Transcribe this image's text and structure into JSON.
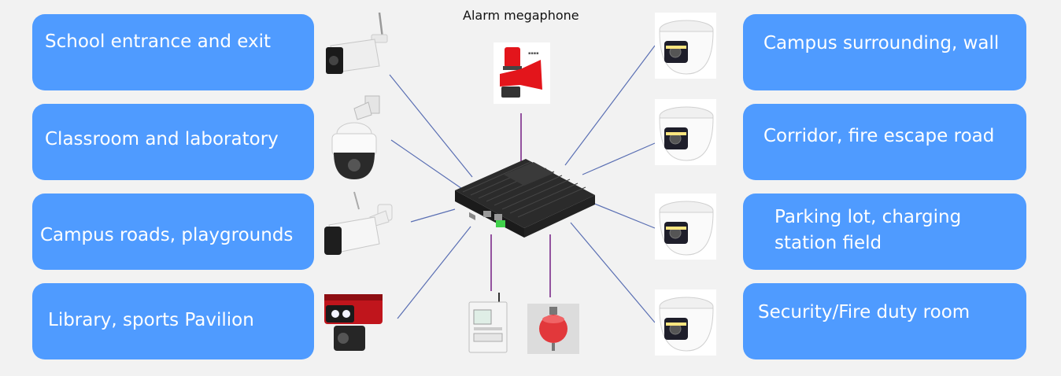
{
  "title": "Alarm megaphone",
  "left_locations": [
    "School entrance and exit",
    "Classroom and laboratory",
    "Campus roads, playgrounds",
    "Library, sports Pavilion"
  ],
  "right_locations": [
    "Campus surrounding, wall",
    "Corridor, fire escape road",
    "Parking lot, charging station field",
    "Security/Fire duty room"
  ],
  "right_location_3_lines": [
    "Parking lot, charging",
    "station field"
  ],
  "colors": {
    "box": "#4f9bff",
    "link_blue": "#5a6fb3",
    "link_purple": "#7b2a8a",
    "background": "#f2f2f2"
  },
  "devices": [
    "bullet-camera-4g",
    "ptz-dome-camera",
    "bullet-camera",
    "red-bullet-camera",
    "dome-camera",
    "edge-ai-box",
    "alarm-megaphone",
    "smart-meter",
    "fire-extinguisher"
  ]
}
